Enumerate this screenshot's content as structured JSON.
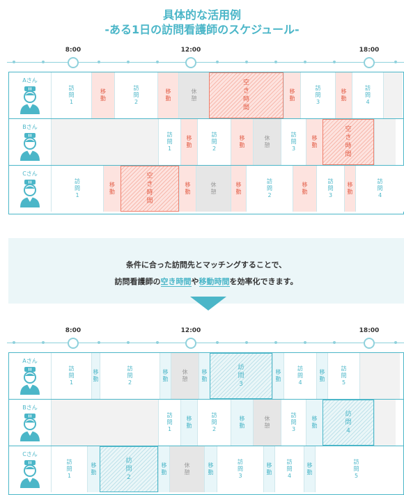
{
  "title": {
    "line1": "具体的な活用例",
    "line2": "-ある1日の訪問看護師のスケジュール-"
  },
  "timeline": {
    "labels": [
      "8:00",
      "12:00",
      "18:00"
    ]
  },
  "message": {
    "line1": "条件に合った訪問先とマッチングすることで、",
    "line2_pre": "訪問看護師の",
    "line2_hl1": "空き時間",
    "line2_mid": "や",
    "line2_hl2": "移動時間",
    "line2_post": "を効率化できます。"
  },
  "before": {
    "rows": [
      {
        "name": "Aさん",
        "blocks": [
          {
            "type": "v",
            "label": "訪問1"
          },
          {
            "type": "m",
            "label": "移動"
          },
          {
            "type": "v",
            "label": "訪問2"
          },
          {
            "type": "m",
            "label": "移動"
          },
          {
            "type": "r",
            "label": "休憩"
          },
          {
            "type": "s",
            "label": "空き時間"
          },
          {
            "type": "m",
            "label": "移動"
          },
          {
            "type": "v",
            "label": "訪問3"
          },
          {
            "type": "m",
            "label": "移動"
          },
          {
            "type": "v",
            "label": "訪問4"
          },
          {
            "type": "e",
            "label": ""
          }
        ]
      },
      {
        "name": "Bさん",
        "blocks": [
          {
            "type": "e",
            "label": ""
          },
          {
            "type": "v",
            "label": "訪問1"
          },
          {
            "type": "m",
            "label": "移動"
          },
          {
            "type": "v",
            "label": "訪問2"
          },
          {
            "type": "m",
            "label": "移動"
          },
          {
            "type": "r",
            "label": "休憩"
          },
          {
            "type": "v",
            "label": "訪問3"
          },
          {
            "type": "m",
            "label": "移動"
          },
          {
            "type": "s",
            "label": "空き時間"
          },
          {
            "type": "e",
            "label": ""
          }
        ]
      },
      {
        "name": "Cさん",
        "blocks": [
          {
            "type": "v",
            "label": "訪問1"
          },
          {
            "type": "m",
            "label": "移動"
          },
          {
            "type": "s",
            "label": "空き時間"
          },
          {
            "type": "m",
            "label": "移動"
          },
          {
            "type": "r",
            "label": "休憩"
          },
          {
            "type": "m",
            "label": "移動"
          },
          {
            "type": "v",
            "label": "訪問2"
          },
          {
            "type": "m",
            "label": "移動"
          },
          {
            "type": "v",
            "label": "訪問3"
          },
          {
            "type": "m",
            "label": "移動"
          },
          {
            "type": "v",
            "label": "訪問4"
          }
        ]
      }
    ]
  },
  "after": {
    "rows": [
      {
        "name": "Aさん",
        "blocks": [
          {
            "type": "v",
            "label": "訪問1"
          },
          {
            "type": "ms",
            "label": "移動"
          },
          {
            "type": "v",
            "label": "訪問2"
          },
          {
            "type": "ms",
            "label": "移動"
          },
          {
            "type": "r",
            "label": "休憩"
          },
          {
            "type": "ms",
            "label": "移動"
          },
          {
            "type": "vh",
            "label": "訪問3"
          },
          {
            "type": "ms",
            "label": "移動"
          },
          {
            "type": "v",
            "label": "訪問4"
          },
          {
            "type": "ms",
            "label": "移動"
          },
          {
            "type": "v",
            "label": "訪問5"
          },
          {
            "type": "e",
            "label": ""
          }
        ]
      },
      {
        "name": "Bさん",
        "blocks": [
          {
            "type": "e",
            "label": ""
          },
          {
            "type": "v",
            "label": "訪問1"
          },
          {
            "type": "ms",
            "label": "移動"
          },
          {
            "type": "v",
            "label": "訪問2"
          },
          {
            "type": "ms",
            "label": "移動"
          },
          {
            "type": "r",
            "label": "休憩"
          },
          {
            "type": "v",
            "label": "訪問3"
          },
          {
            "type": "ms",
            "label": "移動"
          },
          {
            "type": "vh",
            "label": "訪問4"
          },
          {
            "type": "e",
            "label": ""
          }
        ]
      },
      {
        "name": "Cさん",
        "blocks": [
          {
            "type": "v",
            "label": "訪問1"
          },
          {
            "type": "ms",
            "label": "移動"
          },
          {
            "type": "vh",
            "label": "訪問2"
          },
          {
            "type": "ms",
            "label": "移動"
          },
          {
            "type": "r",
            "label": "休憩"
          },
          {
            "type": "ms",
            "label": "移動"
          },
          {
            "type": "v",
            "label": "訪問3"
          },
          {
            "type": "ms",
            "label": "移動"
          },
          {
            "type": "v",
            "label": "訪問4"
          },
          {
            "type": "ms",
            "label": "移動"
          },
          {
            "type": "v",
            "label": "訪問5"
          }
        ]
      }
    ]
  }
}
